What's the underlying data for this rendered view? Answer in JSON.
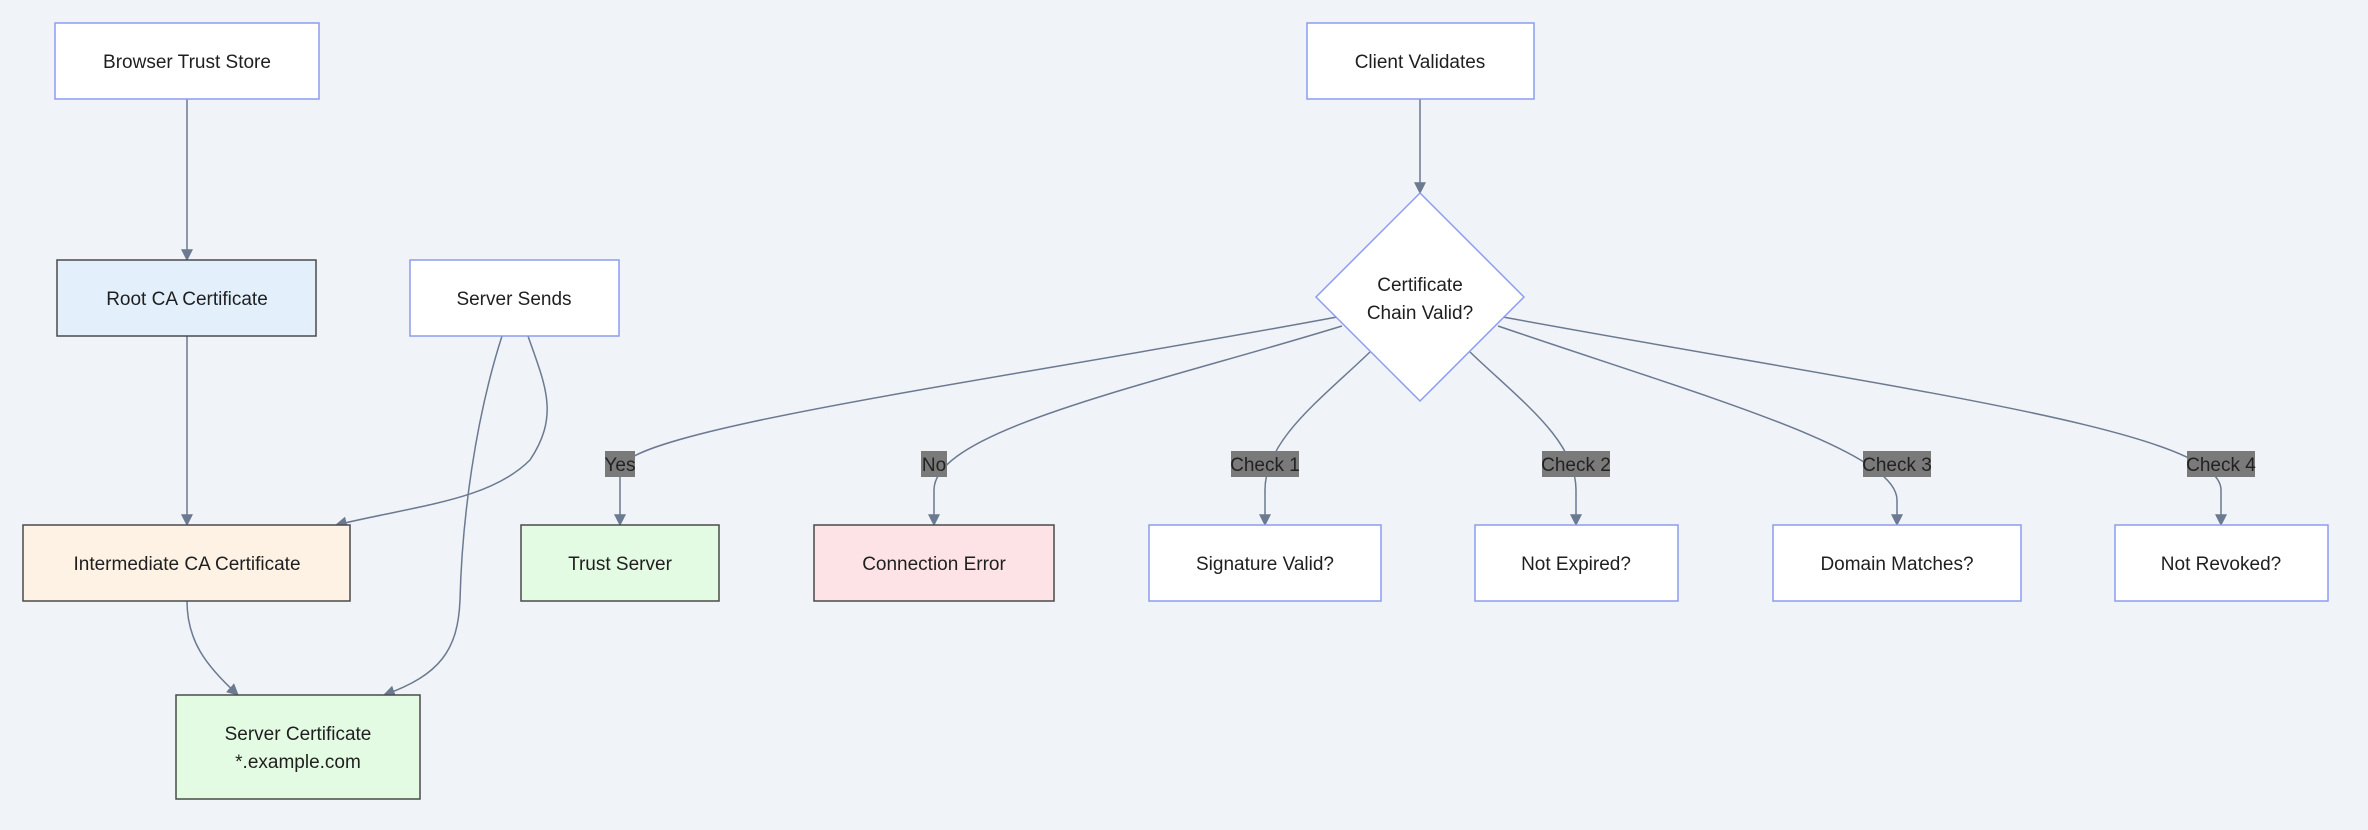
{
  "nodes": {
    "trust_store": {
      "label": "Browser Trust Store"
    },
    "root_ca": {
      "label": "Root CA Certificate"
    },
    "server_sends": {
      "label": "Server Sends"
    },
    "intermediate_ca": {
      "label": "Intermediate CA Certificate"
    },
    "server_cert": {
      "line1": "Server Certificate",
      "line2": "*.example.com"
    },
    "client_validates": {
      "label": "Client Validates"
    },
    "chain_valid": {
      "line1": "Certificate",
      "line2": "Chain Valid?"
    },
    "trust_server": {
      "label": "Trust Server"
    },
    "connection_error": {
      "label": "Connection Error"
    },
    "signature_valid": {
      "label": "Signature Valid?"
    },
    "not_expired": {
      "label": "Not Expired?"
    },
    "domain_matches": {
      "label": "Domain Matches?"
    },
    "not_revoked": {
      "label": "Not Revoked?"
    }
  },
  "edge_labels": {
    "yes": "Yes",
    "no": "No",
    "check1": "Check 1",
    "check2": "Check 2",
    "check3": "Check 3",
    "check4": "Check 4"
  },
  "colors": {
    "background": "#f0f3f8",
    "default_fill": "#ffffff",
    "default_stroke": "#8c9cf0",
    "root_fill": "#e3f0fc",
    "intermediate_fill": "#fdf2e3",
    "success_fill": "#e4fbe3",
    "error_fill": "#fde3e5",
    "dark_stroke": "#4a4a4a",
    "edge": "#6b7a90",
    "edge_label_bg": "#7a7a7a"
  }
}
